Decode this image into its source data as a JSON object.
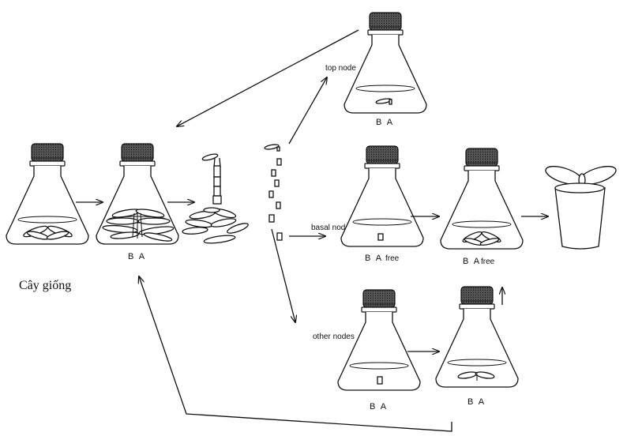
{
  "labels": {
    "seedling": "Cây giống",
    "top_node": "top node",
    "basal_node": "basal node",
    "other_nodes": "other nodes"
  },
  "flask_labels": {
    "f2": "B A",
    "top": "B A",
    "basal_ba": "B A",
    "basal_free": "free",
    "basal2_ba": "B A",
    "basal2_free": "free",
    "other1": "B A",
    "other2": "B A"
  },
  "colors": {
    "ink": "#111111",
    "cap": "#333333",
    "background": "#ffffff"
  }
}
